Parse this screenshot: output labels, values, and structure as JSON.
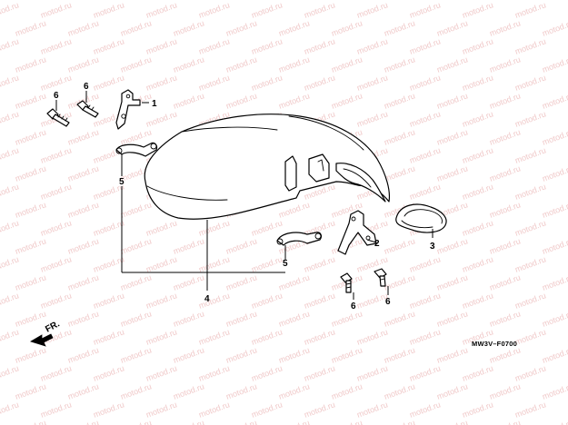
{
  "watermark": {
    "text": "motod.ru",
    "color": "#f0c9c9"
  },
  "callouts": [
    {
      "id": "c1",
      "number": "1"
    },
    {
      "id": "c2",
      "number": "2"
    },
    {
      "id": "c3",
      "number": "3"
    },
    {
      "id": "c4",
      "number": "4"
    },
    {
      "id": "c5a",
      "number": "5"
    },
    {
      "id": "c5b",
      "number": "5"
    },
    {
      "id": "c6a",
      "number": "6"
    },
    {
      "id": "c6b",
      "number": "6"
    },
    {
      "id": "c6c",
      "number": "6"
    },
    {
      "id": "c6d",
      "number": "6"
    }
  ],
  "front_arrow": {
    "label": "FR."
  },
  "diagram_code": "MW3V–F0700"
}
